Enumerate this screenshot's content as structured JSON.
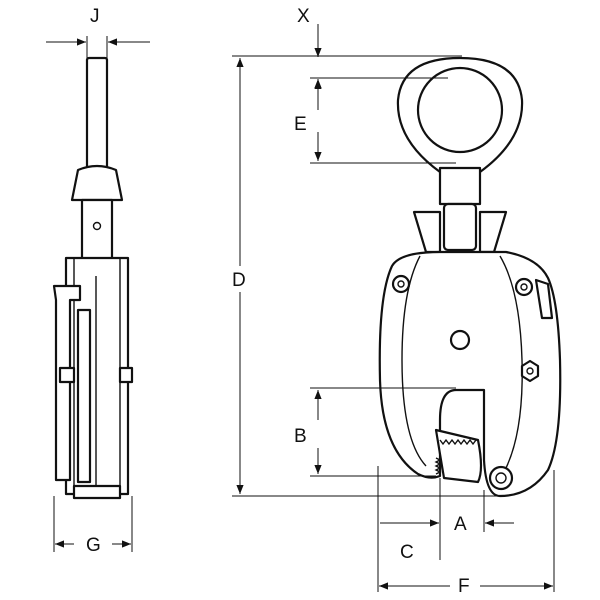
{
  "drawing": {
    "labels": {
      "J": "J",
      "X": "X",
      "E": "E",
      "D": "D",
      "B": "B",
      "G": "G",
      "A": "A",
      "C": "C",
      "F": "F"
    }
  }
}
